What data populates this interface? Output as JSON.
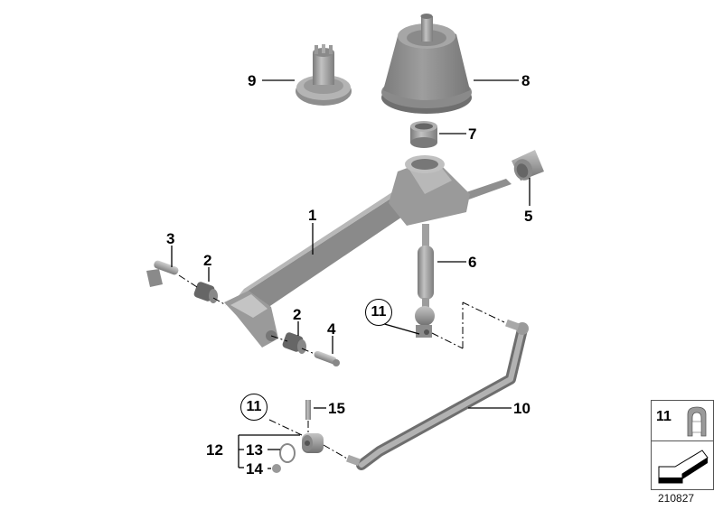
{
  "diagram": {
    "type": "exploded-parts-diagram",
    "diagram_number": "210827",
    "parts": [
      {
        "num": "1",
        "name": "gear-selector-lever-bracket"
      },
      {
        "num": "2",
        "name": "rubber-bushing"
      },
      {
        "num": "3",
        "name": "pin-with-clip"
      },
      {
        "num": "4",
        "name": "pin"
      },
      {
        "num": "5",
        "name": "sleeve"
      },
      {
        "num": "6",
        "name": "shift-rod-with-ball"
      },
      {
        "num": "7",
        "name": "retaining-nut"
      },
      {
        "num": "8",
        "name": "gearshift-boot"
      },
      {
        "num": "9",
        "name": "boot-insert"
      },
      {
        "num": "10",
        "name": "selector-rod"
      },
      {
        "num": "11",
        "name": "securing-clip"
      },
      {
        "num": "12",
        "name": "joint-set"
      },
      {
        "num": "13",
        "name": "o-ring"
      },
      {
        "num": "14",
        "name": "bushing"
      },
      {
        "num": "15",
        "name": "dowel-pin"
      }
    ],
    "callouts": {
      "c1": "1",
      "c2a": "2",
      "c2b": "2",
      "c3": "3",
      "c4": "4",
      "c5": "5",
      "c6": "6",
      "c7": "7",
      "c8": "8",
      "c9": "9",
      "c10": "10",
      "c11a": "11",
      "c11b": "11",
      "c12": "12",
      "c13": "13",
      "c14": "14",
      "c15": "15"
    },
    "legend": {
      "clip_number": "11",
      "clip_icon": "securing-clip-icon",
      "arrow_icon": "direction-arrow-icon"
    }
  },
  "colors": {
    "part_fill": "#9a9a9a",
    "part_dark": "#6e6e6e",
    "part_light": "#c8c8c8",
    "line": "#000000",
    "background": "#ffffff"
  }
}
